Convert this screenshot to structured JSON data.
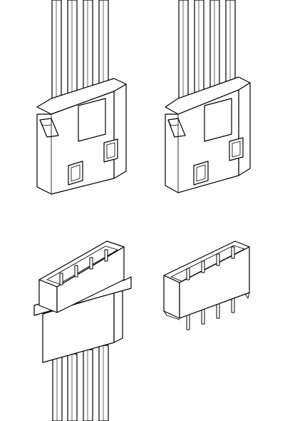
{
  "figure": {
    "background": "#ffffff",
    "line_color": "#000000",
    "connectors": [
      {
        "id": "wire-housing-1",
        "kind": "crimp housing with wires",
        "wires": 4
      },
      {
        "id": "wire-housing-2",
        "kind": "crimp housing with wires",
        "wires": 4
      },
      {
        "id": "panel-receptacle",
        "kind": "panel mount receptacle with flange and wires",
        "pins": 4,
        "wires": 4
      },
      {
        "id": "pcb-header",
        "kind": "pcb header with through-hole pins",
        "pins": 4
      }
    ]
  }
}
